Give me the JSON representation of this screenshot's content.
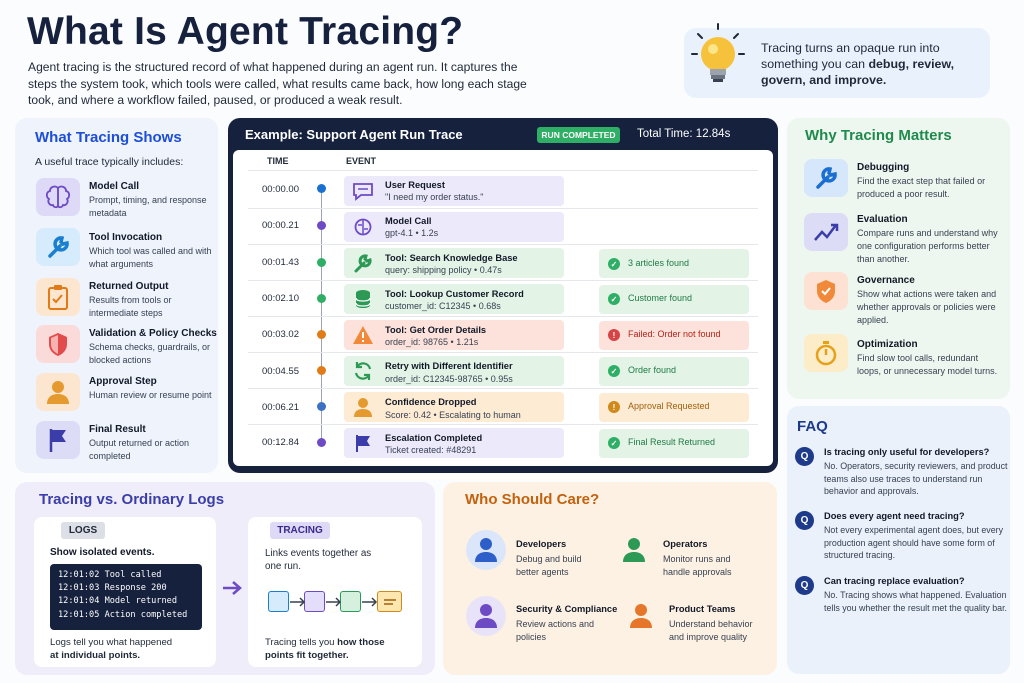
{
  "title": "What Is Agent Tracing?",
  "intro": "Agent tracing is the structured record of what happened during an agent run. It captures the steps the system took, which tools were called, what results came back, how long each stage took, and where a workflow failed, paused, or produced a weak result.",
  "tip": {
    "text_before": "Tracing turns an opaque run into something you can ",
    "text_bold": "debug, review, govern, and improve."
  },
  "shows": {
    "title": "What Tracing Shows",
    "subtitle": "A useful trace typically includes:",
    "items": [
      {
        "title": "Model Call",
        "desc": "Prompt, timing, and response metadata",
        "icon": "brain-icon"
      },
      {
        "title": "Tool Invocation",
        "desc": "Which tool was called and with what arguments",
        "icon": "wrench-icon"
      },
      {
        "title": "Returned Output",
        "desc": "Results from tools or intermediate steps",
        "icon": "clipboard-icon"
      },
      {
        "title": "Validation & Policy Checks",
        "desc": "Schema checks, guardrails, or blocked actions",
        "icon": "shield-icon"
      },
      {
        "title": "Approval Step",
        "desc": "Human review or resume point",
        "icon": "person-icon"
      },
      {
        "title": "Final Result",
        "desc": "Output returned or action completed",
        "icon": "flag-icon"
      }
    ]
  },
  "trace": {
    "title": "Example: Support Agent Run Trace",
    "badge": "RUN COMPLETED",
    "total": "Total Time: 12.84s",
    "col_time": "TIME",
    "col_event": "EVENT",
    "rows": [
      {
        "time": "00:00.00",
        "title": "User Request",
        "sub": "\"I need my order status.\"",
        "result": ""
      },
      {
        "time": "00:00.21",
        "title": "Model Call",
        "sub": "gpt-4.1  •  1.2s",
        "result": ""
      },
      {
        "time": "00:01.43",
        "title": "Tool: Search Knowledge Base",
        "sub": "query: shipping policy  •  0.47s",
        "result": "3 articles found"
      },
      {
        "time": "00:02.10",
        "title": "Tool: Lookup Customer Record",
        "sub": "customer_id: C12345  •  0.68s",
        "result": "Customer found"
      },
      {
        "time": "00:03.02",
        "title": "Tool: Get Order Details",
        "sub": "order_id: 98765  •  1.21s",
        "result": "Failed: Order not found"
      },
      {
        "time": "00:04.55",
        "title": "Retry with Different Identifier",
        "sub": "order_id: C12345-98765  •  0.95s",
        "result": "Order found"
      },
      {
        "time": "00:06.21",
        "title": "Confidence Dropped",
        "sub": "Score: 0.42  •  Escalating to human",
        "result": "Approval Requested"
      },
      {
        "time": "00:12.84",
        "title": "Escalation Completed",
        "sub": "Ticket created: #48291",
        "result": "Final Result Returned"
      }
    ]
  },
  "matters": {
    "title": "Why Tracing Matters",
    "items": [
      {
        "title": "Debugging",
        "desc": "Find the exact step that failed or produced a poor result."
      },
      {
        "title": "Evaluation",
        "desc": "Compare runs and understand why one configuration performs better than another."
      },
      {
        "title": "Governance",
        "desc": "Show what actions were taken and whether approvals or policies were applied."
      },
      {
        "title": "Optimization",
        "desc": "Find slow tool calls, redundant loops, or unnecessary model turns."
      }
    ]
  },
  "faq": {
    "title": "FAQ",
    "q_mark": "Q",
    "items": [
      {
        "q": "Is tracing only useful for developers?",
        "a": "No. Operators, security reviewers, and product teams also use traces to understand run behavior and approvals."
      },
      {
        "q": "Does every agent need tracing?",
        "a": "Not every experimental agent does, but every production agent should have some form of structured tracing."
      },
      {
        "q": "Can tracing replace evaluation?",
        "a": "No. Tracing shows what happened. Evaluation tells you whether the result met the quality bar."
      }
    ]
  },
  "logs": {
    "title": "Tracing vs. Ordinary Logs",
    "logs_tag": "LOGS",
    "logs_heading": "Show isolated events.",
    "code_lines": [
      "12:01:02  Tool called",
      "12:01:03  Response 200",
      "12:01:04  Model returned",
      "12:01:05  Action completed"
    ],
    "logs_foot_1": "Logs tell you what happened",
    "logs_foot_2": "at individual points.",
    "tracing_tag": "TRACING",
    "tracing_heading": "Links events together as one run.",
    "tracing_foot_1": "Tracing tells you ",
    "tracing_foot_2": "how those points fit together."
  },
  "who": {
    "title": "Who Should Care?",
    "items": [
      {
        "title": "Developers",
        "desc": "Debug and build better agents"
      },
      {
        "title": "Operators",
        "desc": "Monitor runs and handle approvals"
      },
      {
        "title": "Security & Compliance",
        "desc": "Review actions and policies"
      },
      {
        "title": "Product Teams",
        "desc": "Understand behavior and improve quality"
      }
    ]
  }
}
